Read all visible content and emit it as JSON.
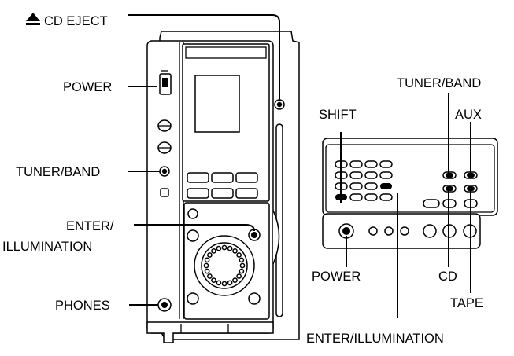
{
  "labels": {
    "cd_eject": "CD EJECT",
    "power_main": "POWER",
    "tuner_band_main": "TUNER/BAND",
    "enter_main": "ENTER/",
    "illumination_main": "ILLUMINATION",
    "phones": "PHONES",
    "tuner_band_remote": "TUNER/BAND",
    "shift": "SHIFT",
    "aux": "AUX",
    "power_remote": "POWER",
    "cd": "CD",
    "tape": "TAPE",
    "enter_illumination_remote": "ENTER/ILLUMINATION"
  },
  "icons": {
    "eject": "eject-triangle-icon"
  }
}
